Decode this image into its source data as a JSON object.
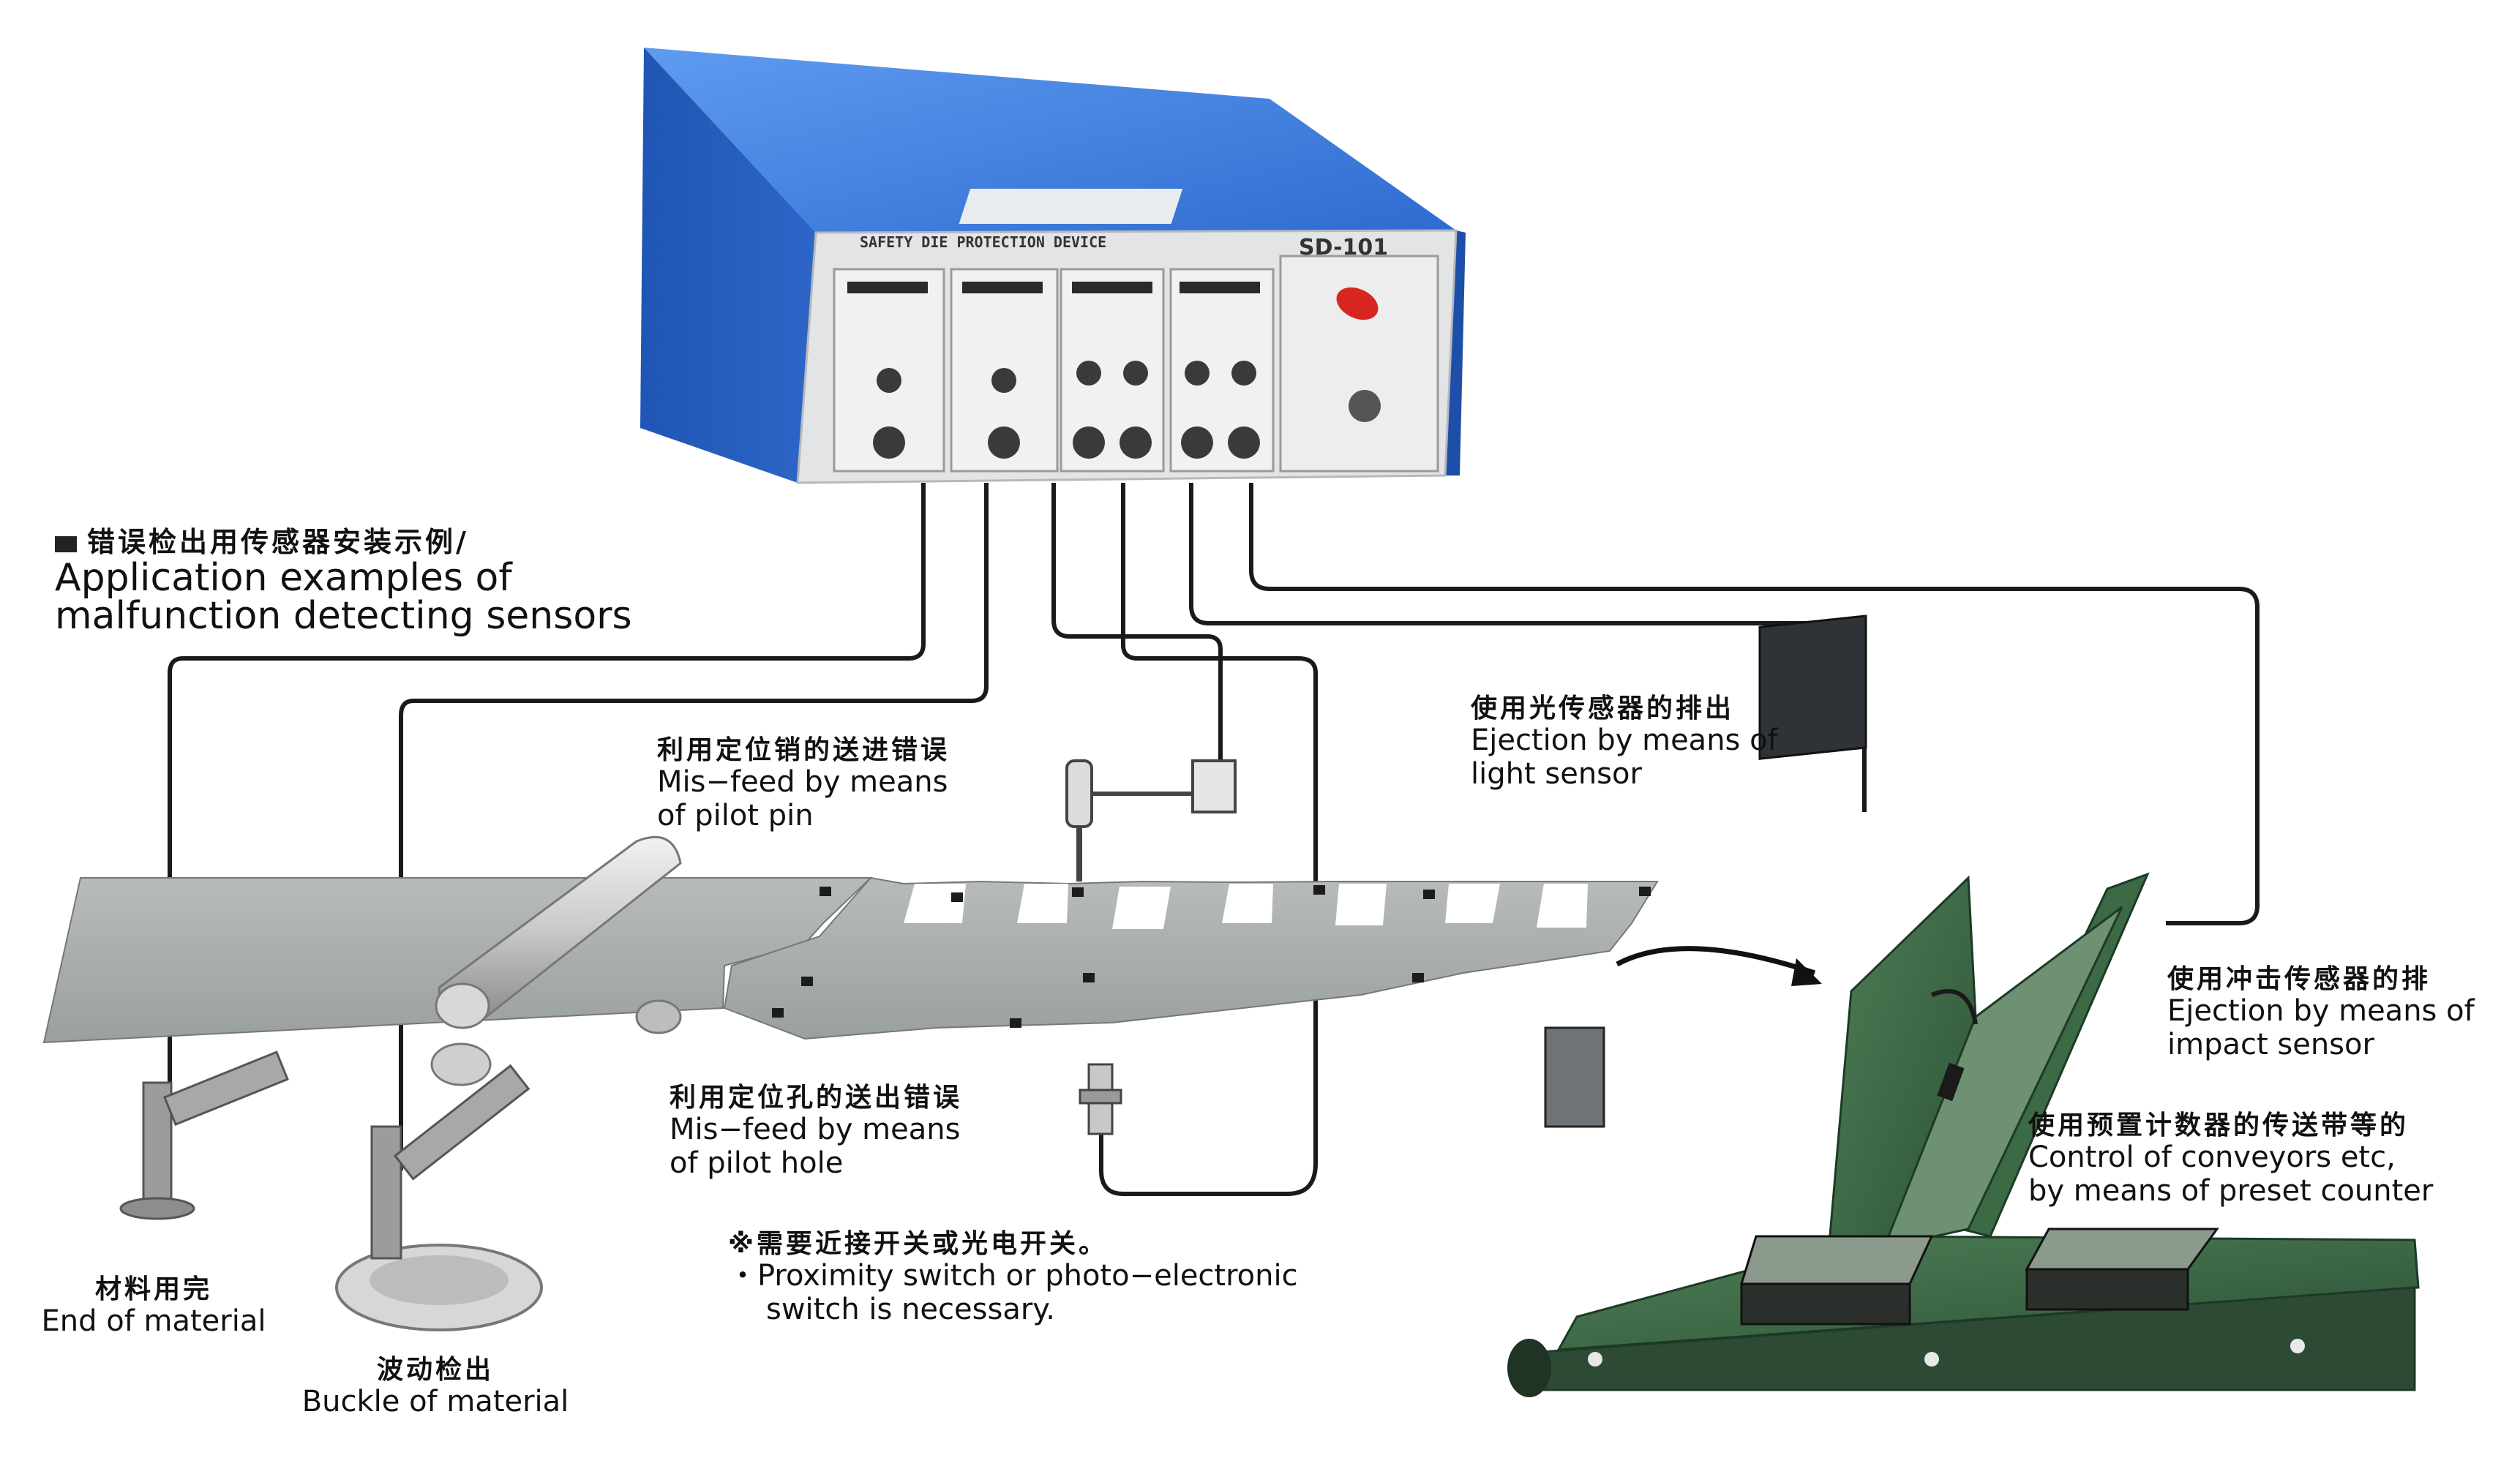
{
  "device": {
    "label_plate": "SAFETY DIE PROTECTION DEVICE",
    "model": "SD-101"
  },
  "title": {
    "zh": "错误检出用传感器安装示例/",
    "en_line1": "Application examples of",
    "en_line2": "malfunction detecting sensors"
  },
  "labels": {
    "pilot_pin": {
      "zh": "利用定位销的送进错误",
      "en1": "Mis−feed by means",
      "en2": "of pilot pin"
    },
    "light_sensor": {
      "zh": "使用光传感器的排出",
      "en1": "Ejection by means of",
      "en2": "light sensor"
    },
    "impact_sensor": {
      "zh": "使用冲击传感器的排",
      "en1": "Ejection by means of",
      "en2": "impact sensor"
    },
    "conveyor": {
      "zh": "使用预置计数器的传送带等的",
      "en1": "Control of conveyors etc,",
      "en2": "by means of preset counter"
    },
    "pilot_hole": {
      "zh": "利用定位孔的送出错误",
      "en1": "Mis−feed by means",
      "en2": "of pilot hole"
    },
    "note": {
      "zh": "※需要近接开关或光电开关。",
      "en1": "・Proximity switch or photo−electronic",
      "en2": "switch is necessary."
    },
    "end_material": {
      "zh": "材料用完",
      "en": "End of material"
    },
    "buckle": {
      "zh": "波动检出",
      "en": "Buckle of material"
    }
  },
  "colors": {
    "device_blue": "#2f6fd6",
    "panel_grey": "#dcdcdc",
    "strip_grey": "#a9aeaa",
    "guide_green": "#3d6b45",
    "conveyor_green": "#2c4a34",
    "cable": "#1a1a1a"
  }
}
